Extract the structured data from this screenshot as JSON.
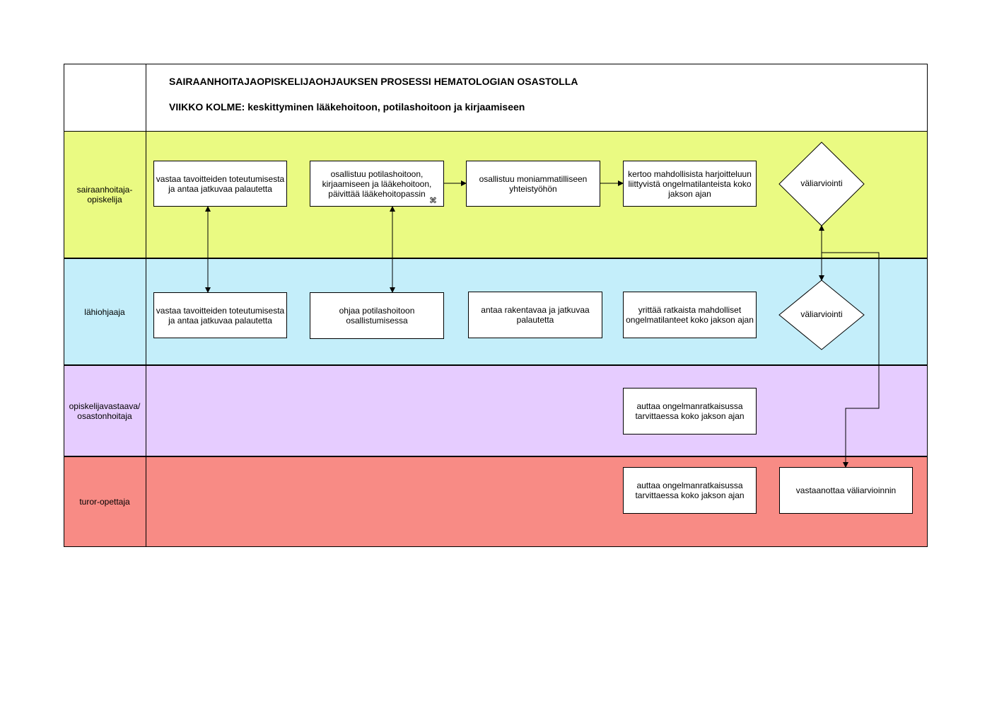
{
  "header": {
    "title": "SAIRAANHOITAJAOPISKELIJAOHJAUKSEN PROSESSI HEMATOLOGIAN OSASTOLLA",
    "subtitle": "VIIKKO KOLME: keskittyminen lääkehoitoon, potilashoitoon ja kirjaamiseen"
  },
  "colors": {
    "lane_student": "#eafa82",
    "lane_mentor": "#c4eefa",
    "lane_ward": "#e6ccff",
    "lane_tutor": "#f88b85",
    "line": "#000000"
  },
  "lanes": [
    {
      "label": "sairaanhoitaja-\nopiskelija"
    },
    {
      "label": "lähiohjaaja"
    },
    {
      "label": "opiskelijavastaava/\nosastonhoitaja"
    },
    {
      "label": "turor-opettaja"
    }
  ],
  "boxes": {
    "student_1": "vastaa tavoitteiden toteutumisesta ja antaa jatkuvaa palautetta",
    "student_2": "osallistuu potilashoitoon, kirjaamiseen ja lääkehoitoon, päivittää lääkehoitopassin",
    "student_3": "osallistuu moniammatilliseen yhteistyöhön",
    "student_4": "kertoo mahdollisista harjoitteluun liittyvistä ongelmatilanteista koko jakson ajan",
    "student_diamond": "väliarviointi",
    "mentor_1": "vastaa tavoitteiden toteutumisesta ja antaa jatkuvaa palautetta",
    "mentor_2": "ohjaa potilashoitoon osallistumisessa",
    "mentor_3": "antaa rakentavaa ja jatkuvaa palautetta",
    "mentor_4": "yrittää ratkaista mahdolliset ongelmatilanteet koko jakson ajan",
    "mentor_diamond": "väliarviointi",
    "ward_1": "auttaa ongelmanratkaisussa tarvittaessa koko jakson ajan",
    "tutor_1": "auttaa ongelmanratkaisussa tarvittaessa koko jakson ajan",
    "tutor_2": "vastaanottaa väliarvioinnin"
  },
  "icons": {
    "subprocess": "subprocess-icon"
  }
}
